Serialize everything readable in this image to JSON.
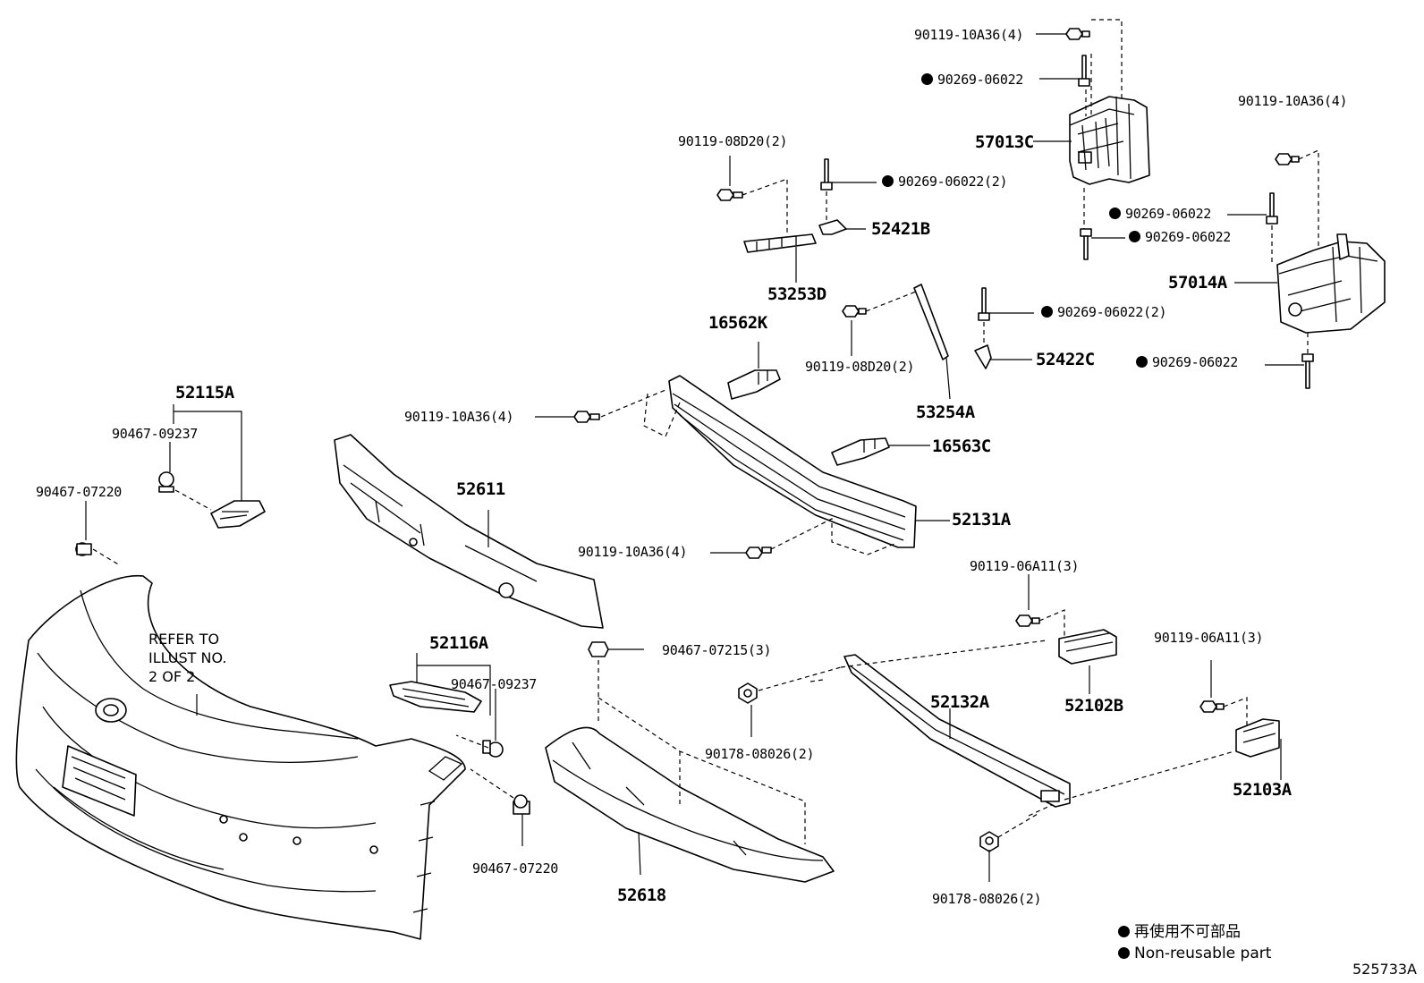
{
  "illustration_id": "525733A",
  "note_refer": [
    "REFER TO",
    "ILLUST NO.",
    "2 OF 2"
  ],
  "legend": [
    {
      "symbol": "filled-circle",
      "text": "再使用不可部品"
    },
    {
      "symbol": "filled-circle",
      "text": "Non-reusable part"
    }
  ],
  "labels": {
    "p90119_10A36_4_top": "90119-10A36(4)",
    "p90269_06022_a": "90269-06022",
    "p57013C": "57013C",
    "p90119_10A36_4_right": "90119-10A36(4)",
    "p90119_08D20_2_a": "90119-08D20(2)",
    "p90269_06022_2_a": "90269-06022(2)",
    "p52421B": "52421B",
    "p90269_06022_b": "90269-06022",
    "p90269_06022_c": "90269-06022",
    "p57014A": "57014A",
    "p53253D": "53253D",
    "p16562K": "16562K",
    "p90269_06022_2_b": "90269-06022(2)",
    "p90119_08D20_2_b": "90119-08D20(2)",
    "p52422C": "52422C",
    "p90269_06022_d": "90269-06022",
    "p52115A": "52115A",
    "p90119_10A36_4_mid": "90119-10A36(4)",
    "p53254A": "53254A",
    "p90467_09237_a": "90467-09237",
    "p16563C": "16563C",
    "p90467_07220_a": "90467-07220",
    "p52611": "52611",
    "p52131A": "52131A",
    "p90119_10A36_4_low": "90119-10A36(4)",
    "p90119_06A11_3_a": "90119-06A11(3)",
    "p52116A": "52116A",
    "p90467_07215_3": "90467-07215(3)",
    "p90119_06A11_3_b": "90119-06A11(3)",
    "p90467_09237_b": "90467-09237",
    "p52132A": "52132A",
    "p52102B": "52102B",
    "p90178_08026_2_a": "90178-08026(2)",
    "p52103A": "52103A",
    "p90467_07220_b": "90467-07220",
    "p52618": "52618",
    "p90178_08026_2_b": "90178-08026(2)"
  }
}
